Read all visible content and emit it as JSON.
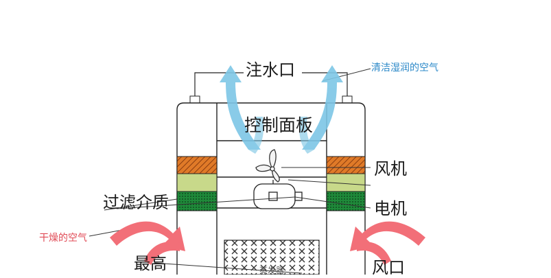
{
  "labels": {
    "water_inlet": "注水口",
    "clean_air": "清洁湿润的空气",
    "control_panel": "控制面板",
    "fan": "风机",
    "filter_media": "过滤介质",
    "motor": "电机",
    "dry_air": "干燥的空气",
    "max_level": "最高",
    "air_vent": "风口",
    "tank_label": "蒸发器"
  },
  "colors": {
    "outflow_arrow": "#7dc6e6",
    "inflow_arrow": "#f26f78",
    "filter_top": "#e07a28",
    "filter_mid": "#c8d98a",
    "filter_bottom": "#1f8a3a",
    "clean_air_text": "#2b88c8",
    "dry_air_text": "#e04a55"
  },
  "icons": [
    "fan-icon",
    "motor-icon",
    "airflow-arrow-icon"
  ]
}
